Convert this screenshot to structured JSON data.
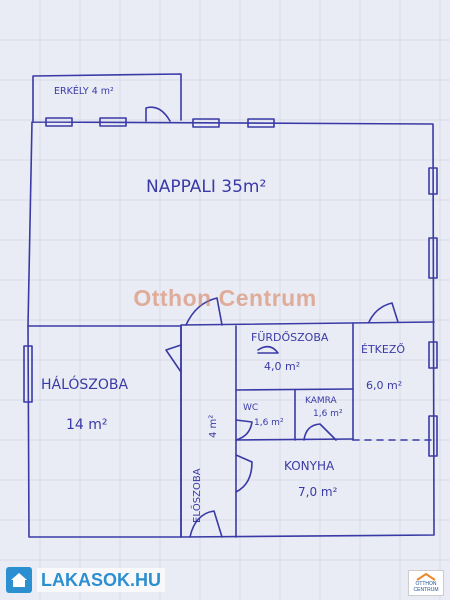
{
  "rooms": {
    "erkely": "ERKÉLY 4 m²",
    "nappali": "NAPPALI 35m²",
    "furdoszoba_name": "FÜRDŐSZOBA",
    "furdoszoba_area": "4,0 m²",
    "etkezo_name": "ÉTKEZŐ",
    "etkezo_area": "6,0 m²",
    "haloszoba_name": "HÁLÓSZOBA",
    "haloszoba_area": "14 m²",
    "eloszoba_name": "ELŐSZOBA",
    "eloszoba_area": "4 m²",
    "wc_name": "WC",
    "wc_area": "1,6 m²",
    "kamra_name": "KAMRA",
    "kamra_area": "1,6 m²",
    "konyha_name": "KONYHA",
    "konyha_area": "7,0 m²"
  },
  "watermark": "Otthon Centrum",
  "footer": {
    "left_logo": "LAKASOK.HU",
    "right_logo_top": "OTTHON",
    "right_logo_bottom": "CENTRUM"
  },
  "colors": {
    "ink": "#3a3aa6",
    "paper": "#e9ecf4",
    "logo_blue": "#2c8fd0"
  }
}
